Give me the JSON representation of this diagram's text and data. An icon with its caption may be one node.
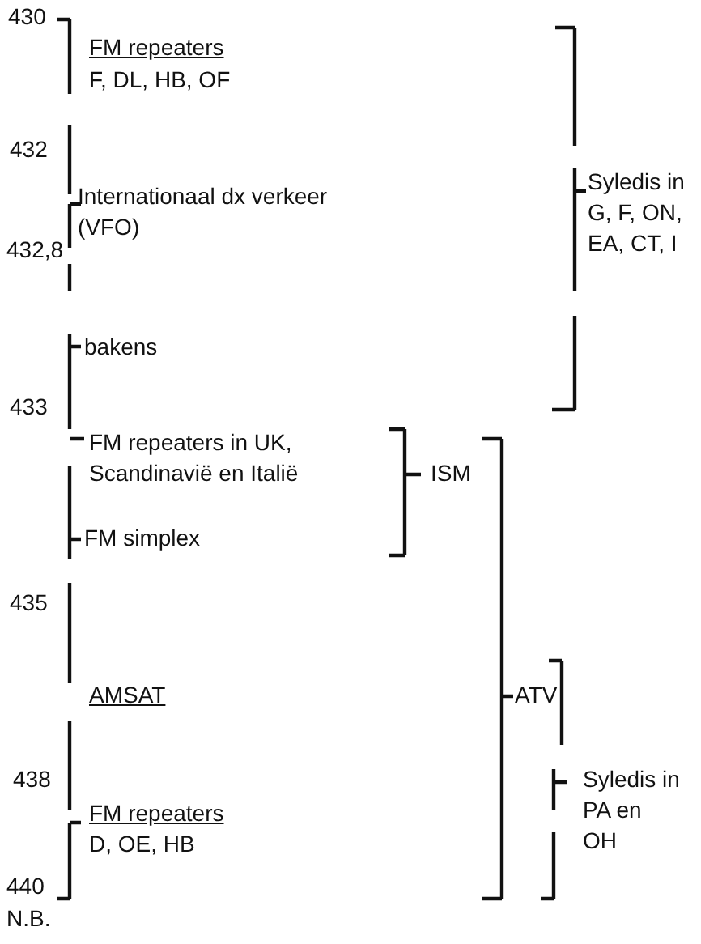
{
  "diagram": {
    "labels": [
      "430",
      "FM repeaters",
      "F, DL, HB, OF",
      "432",
      "Syledis in G, F, ON, EA, CT, I",
      "Internationaal dx verkeer (VFO)",
      "432,8",
      "bakens",
      "433",
      "FM repeaters in UK, Scandinavië en Italië",
      "ISM",
      "FM simplex",
      "435",
      "AMSAT",
      "ATV",
      "438",
      "Syledis in PA en OH",
      "FM repeaters",
      "D, OE, HB",
      "440",
      "N.B."
    ]
  }
}
